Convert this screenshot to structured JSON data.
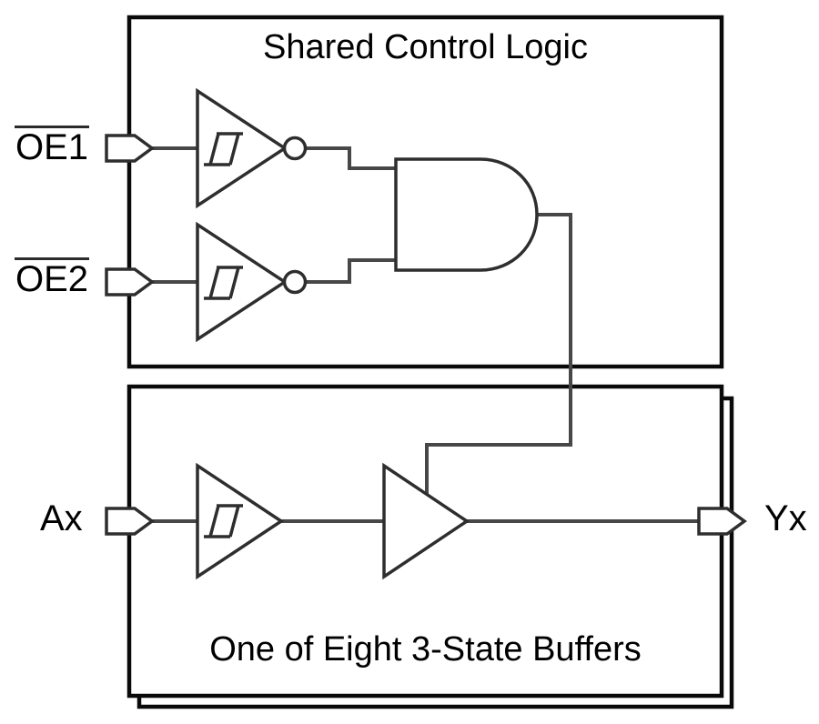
{
  "diagram": {
    "top_box": {
      "title": "Shared Control Logic"
    },
    "bottom_box": {
      "title": "One of Eight 3-State Buffers"
    },
    "ports": {
      "oe1": {
        "label": "OE1",
        "overline": true
      },
      "oe2": {
        "label": "OE2",
        "overline": true
      },
      "ax": {
        "label": "Ax",
        "overline": false
      },
      "yx": {
        "label": "Yx",
        "overline": false
      }
    },
    "gates": [
      "schmitt-trigger-inverter-oe1",
      "schmitt-trigger-inverter-oe2",
      "and-gate",
      "schmitt-trigger-buffer-ax",
      "three-state-buffer"
    ],
    "colors": {
      "background": "#ffffff",
      "box_border": "#0a0a0a",
      "gate_stroke": "#2e2e2e",
      "wire": "#474747",
      "text": "#000000"
    }
  }
}
